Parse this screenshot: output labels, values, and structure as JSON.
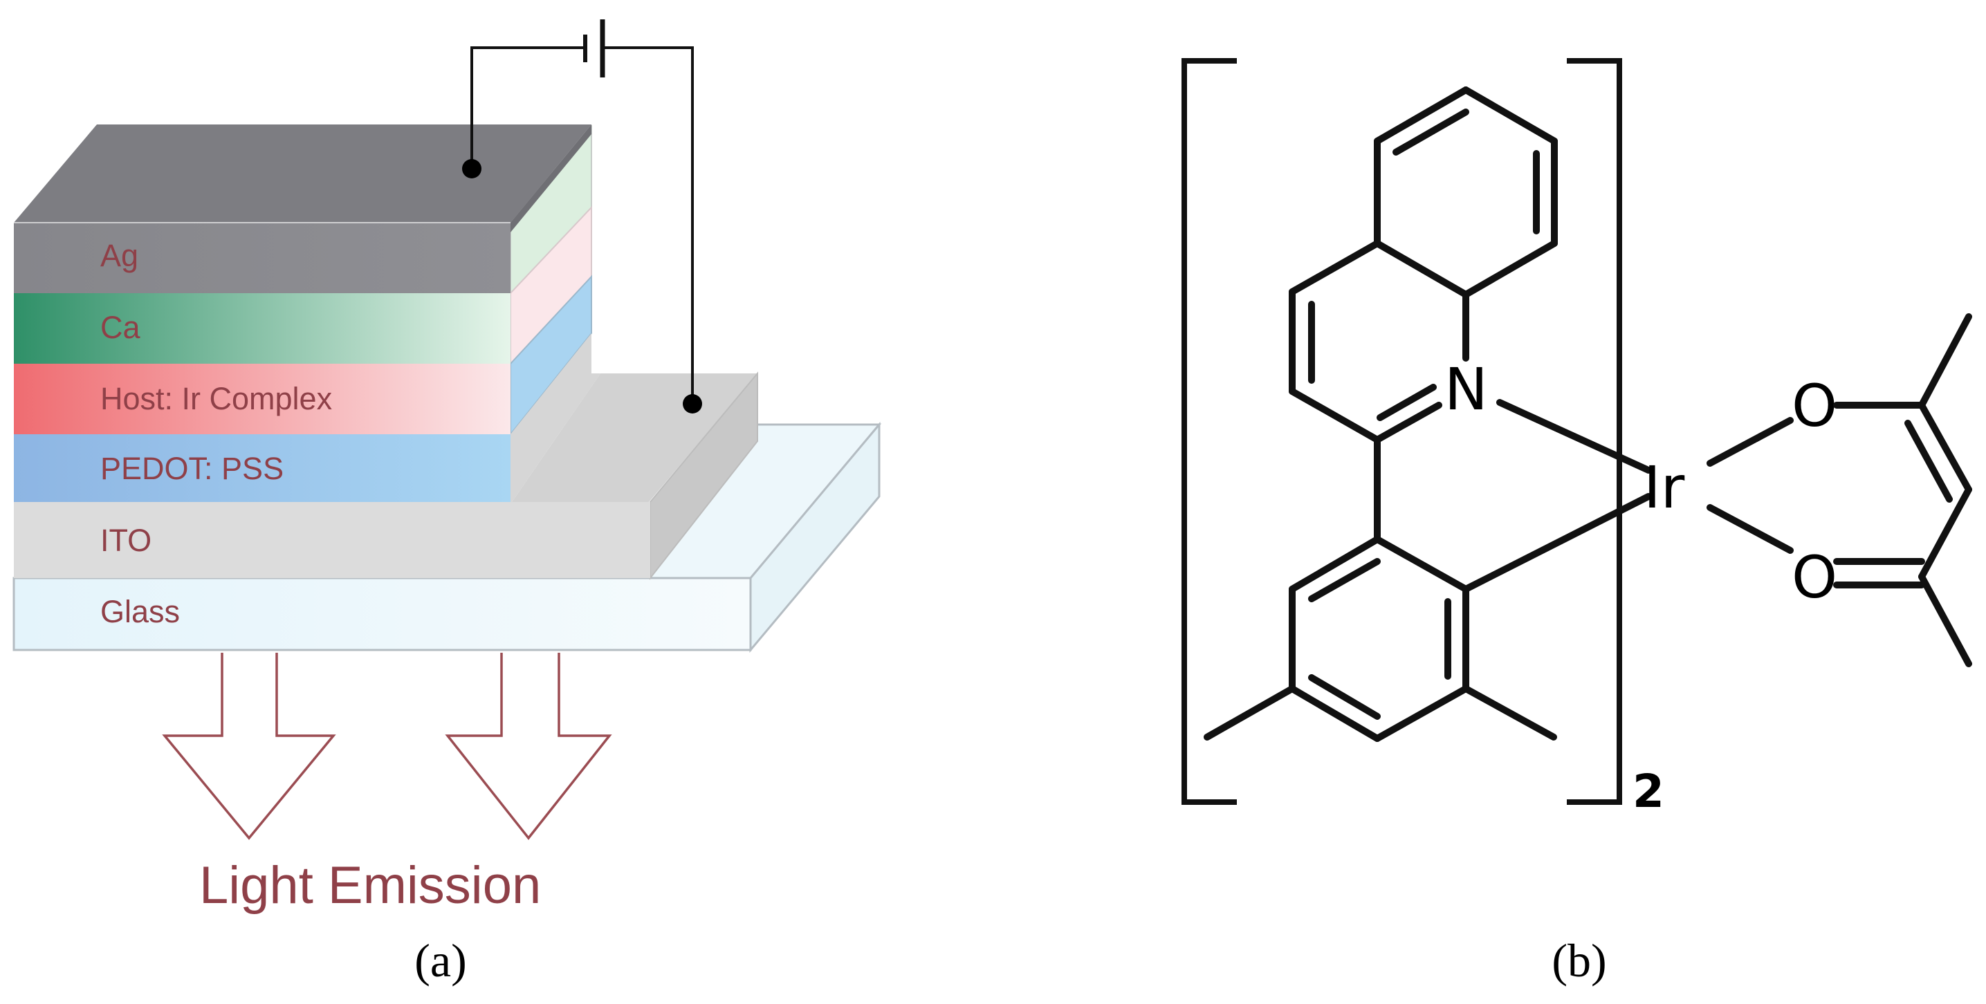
{
  "panel_a": {
    "layers": {
      "ag": "Ag",
      "ca": "Ca",
      "host": "Host: Ir Complex",
      "pedot": "PEDOT: PSS",
      "ito": "ITO",
      "glass": "Glass"
    },
    "emission_label": "Light Emission",
    "panel_label": "(a)"
  },
  "panel_b": {
    "atoms": {
      "n": "N",
      "ir": "Ir",
      "o_top": "O",
      "o_bottom": "O"
    },
    "bracket_subscript": "2",
    "panel_label": "(b)"
  },
  "colors": {
    "label_text": "#8f4048",
    "arrow_outline": "#9b4c52",
    "ag": "#8a8a8f",
    "ca": "#3e9a72",
    "host": "#f07a7e",
    "pedot": "#8ab8e6",
    "ito": "#dcdcdc",
    "glass": "#eef8fc"
  }
}
